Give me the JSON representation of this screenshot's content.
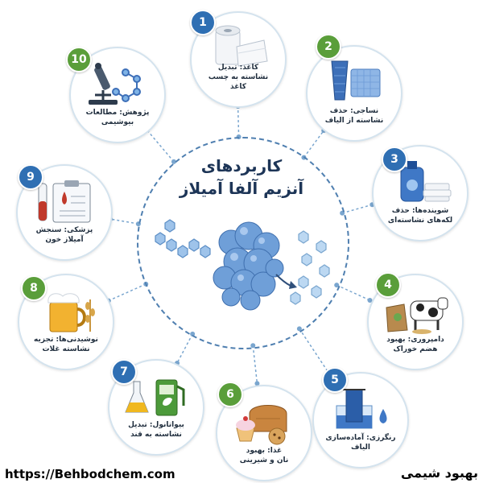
{
  "title_line1": "کاربردهای",
  "title_line2": "آنزیم آلفا آمیلاز",
  "colors": {
    "blue": "#2f6fb3",
    "green": "#5a9e3a",
    "purple": "#6c4b9c",
    "red": "#c0392b",
    "connector": "#7aa6cf"
  },
  "nodes": [
    {
      "num": "1",
      "line1": "کاغذ: تبدیل",
      "line2": "نشاسته به چسب کاغذ",
      "icon": "paper-roll-icon"
    },
    {
      "num": "2",
      "line1": "نساجی: حذف",
      "line2": "نشاسته از الیاف",
      "icon": "yarn-fabric-icon"
    },
    {
      "num": "3",
      "line1": "شوینده‌ها: حذف",
      "line2": "لکه‌های نشاسته‌ای",
      "icon": "detergent-bottle-icon"
    },
    {
      "num": "4",
      "line1": "دامپروری: بهبود",
      "line2": "هضم خوراک",
      "icon": "cow-feed-icon"
    },
    {
      "num": "5",
      "line1": "رنگرزی: آماده‌سازی",
      "line2": "الیاف",
      "icon": "dye-bath-icon"
    },
    {
      "num": "6",
      "line1": "غذا: بهبود",
      "line2": "نان و شیرینی",
      "icon": "bread-cake-icon"
    },
    {
      "num": "7",
      "line1": "بیواتانول: تبدیل",
      "line2": "نشاسته به قند",
      "icon": "bioethanol-pump-icon"
    },
    {
      "num": "8",
      "line1": "نوشیدنی‌ها: تجزیه",
      "line2": "نشاسته غلات",
      "icon": "beer-mug-icon"
    },
    {
      "num": "9",
      "line1": "پزشکی: سنجش",
      "line2": "آمیلاز خون",
      "icon": "blood-test-icon"
    },
    {
      "num": "10",
      "line1": "پژوهش: مطالعات",
      "line2": "بیوشیمی",
      "icon": "microscope-icon"
    }
  ],
  "footer": {
    "url": "https://Behbodchem.com",
    "brand": "بهبود شیمی"
  }
}
